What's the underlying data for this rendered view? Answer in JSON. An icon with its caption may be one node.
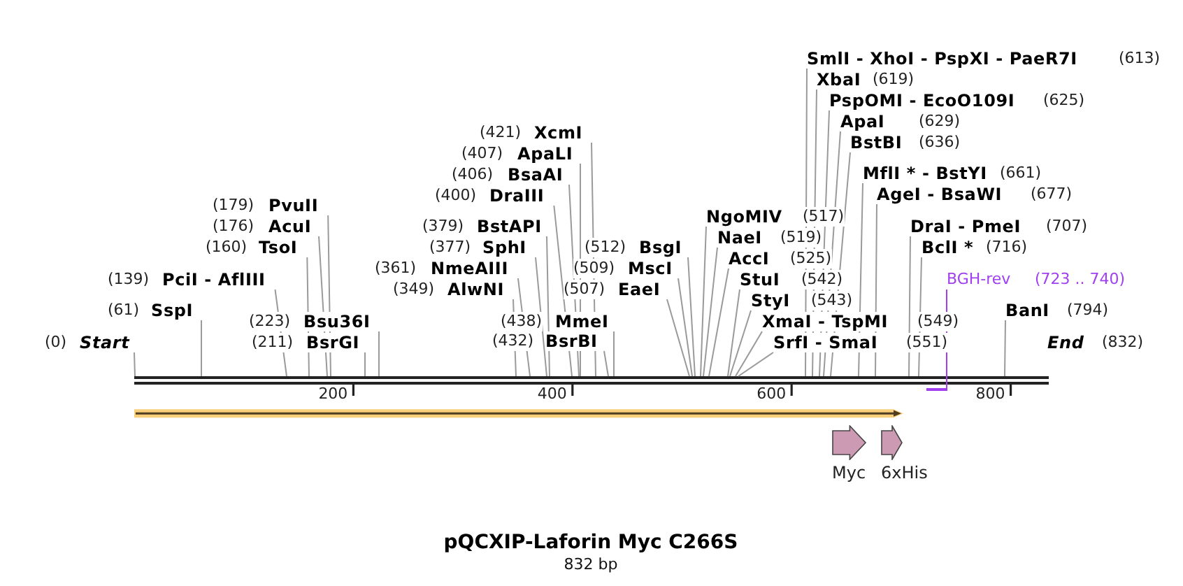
{
  "diagram": {
    "title": "pQCXIP-Laforin Myc C266S",
    "caption": "832 bp",
    "nodes": [
      {
        "text": [
          "(0)",
          "Start"
        ]
      },
      {
        "text": [
          "(61)",
          "SspI"
        ]
      },
      {
        "text": [
          "(139)",
          "PciI - AflIII"
        ]
      },
      {
        "text": [
          "(160)",
          "TsoI"
        ]
      },
      {
        "text": [
          "(176)",
          "AcuI"
        ]
      },
      {
        "text": [
          "(179)",
          "PvuII"
        ]
      },
      {
        "text": [
          "(211)",
          "BsrGI"
        ]
      },
      {
        "text": [
          "(223)",
          "Bsu36I"
        ]
      },
      {
        "text": [
          "(349)",
          "AlwNI"
        ]
      },
      {
        "text": [
          "(361)",
          "NmeAIII"
        ]
      },
      {
        "text": [
          "(377)",
          "SphI"
        ]
      },
      {
        "text": [
          "(379)",
          "BstAPI"
        ]
      },
      {
        "text": [
          "(400)",
          "DraIII"
        ]
      },
      {
        "text": [
          "(406)",
          "BsaAI"
        ]
      },
      {
        "text": [
          "(407)",
          "ApaLI"
        ]
      },
      {
        "text": [
          "(421)",
          "XcmI"
        ]
      },
      {
        "text": [
          "(432)",
          "BsrBI"
        ]
      },
      {
        "text": [
          "(438)",
          "MmeI"
        ]
      },
      {
        "text": [
          "(507)",
          "EaeI"
        ]
      },
      {
        "text": [
          "(509)",
          "MscI"
        ]
      },
      {
        "text": [
          "(512)",
          "BsgI"
        ]
      },
      {
        "text": [
          "NgoMIV",
          "(517)"
        ]
      },
      {
        "text": [
          "NaeI",
          "(519)"
        ]
      },
      {
        "text": [
          "AccI",
          "(525)"
        ]
      },
      {
        "text": [
          "StuI",
          "(542)"
        ]
      },
      {
        "text": [
          "StyI",
          "(543)"
        ]
      },
      {
        "text": [
          "XmaI - TspMI",
          "(549)"
        ]
      },
      {
        "text": [
          "SrfI - SmaI",
          "(551)"
        ]
      },
      {
        "text": [
          "SmlI - XhoI - PspXI - PaeR7I",
          "(613)"
        ]
      },
      {
        "text": [
          "XbaI",
          "(619)"
        ]
      },
      {
        "text": [
          "PspOMI - EcoO109I",
          "(625)"
        ]
      },
      {
        "text": [
          "ApaI",
          "(629)"
        ]
      },
      {
        "text": [
          "BstBI",
          "(636)"
        ]
      },
      {
        "text": [
          "MflI * - BstYI",
          "(661)"
        ]
      },
      {
        "text": [
          "AgeI - BsaWI",
          "(677)"
        ]
      },
      {
        "text": [
          "DraI - PmeI",
          "(707)"
        ]
      },
      {
        "text": [
          "BclI *",
          "(716)"
        ]
      },
      {
        "text": [
          "BGH-rev",
          "(723 .. 740)"
        ]
      },
      {
        "text": [
          "BanI",
          "(794)"
        ]
      },
      {
        "text": [
          "End",
          "(832)"
        ]
      },
      {
        "text": [],
        "shape": "line"
      },
      {
        "text": [],
        "shape": "bar"
      },
      {
        "text": [],
        "shape": "arrow"
      },
      {
        "text": [
          "Myc"
        ]
      },
      {
        "text": [
          "6xHis"
        ]
      }
    ],
    "edges": [
      {
        "from": 0,
        "to": 40,
        "arrow": "none"
      },
      {
        "from": 1,
        "to": 40,
        "arrow": "none"
      },
      {
        "from": 2,
        "to": 40,
        "arrow": "none"
      },
      {
        "from": 3,
        "to": 40,
        "arrow": "none"
      },
      {
        "from": 4,
        "to": 40,
        "arrow": "none"
      },
      {
        "from": 5,
        "to": 40,
        "arrow": "none"
      },
      {
        "from": 6,
        "to": 40,
        "arrow": "none"
      },
      {
        "from": 7,
        "to": 40,
        "arrow": "none"
      },
      {
        "from": 8,
        "to": 40,
        "arrow": "none"
      },
      {
        "from": 9,
        "to": 40,
        "arrow": "none"
      },
      {
        "from": 10,
        "to": 40,
        "arrow": "none"
      },
      {
        "from": 11,
        "to": 40,
        "arrow": "none"
      },
      {
        "from": 12,
        "to": 40,
        "arrow": "none"
      },
      {
        "from": 13,
        "to": 40,
        "arrow": "none"
      },
      {
        "from": 14,
        "to": 40,
        "arrow": "none"
      },
      {
        "from": 15,
        "to": 40,
        "arrow": "none"
      },
      {
        "from": 16,
        "to": 40,
        "arrow": "none"
      },
      {
        "from": 17,
        "to": 40,
        "arrow": "none"
      },
      {
        "from": 18,
        "to": 40,
        "arrow": "none"
      },
      {
        "from": 19,
        "to": 40,
        "arrow": "none"
      },
      {
        "from": 20,
        "to": 40,
        "arrow": "none"
      },
      {
        "from": 21,
        "to": 40,
        "arrow": "none"
      },
      {
        "from": 22,
        "to": 40,
        "arrow": "none"
      },
      {
        "from": 23,
        "to": 40,
        "arrow": "none"
      },
      {
        "from": 24,
        "to": 40,
        "arrow": "none"
      },
      {
        "from": 25,
        "to": 40,
        "arrow": "none"
      },
      {
        "from": 26,
        "to": 40,
        "arrow": "none"
      },
      {
        "from": 27,
        "to": 40,
        "arrow": "none"
      },
      {
        "from": 28,
        "to": 40,
        "arrow": "none"
      },
      {
        "from": 29,
        "to": 40,
        "arrow": "none"
      },
      {
        "from": 30,
        "to": 40,
        "arrow": "none"
      },
      {
        "from": 31,
        "to": 40,
        "arrow": "none"
      },
      {
        "from": 32,
        "to": 40,
        "arrow": "none"
      },
      {
        "from": 33,
        "to": 40,
        "arrow": "none"
      },
      {
        "from": 34,
        "to": 40,
        "arrow": "none"
      },
      {
        "from": 35,
        "to": 40,
        "arrow": "none"
      },
      {
        "from": 36,
        "to": 40,
        "arrow": "none"
      },
      {
        "from": 37,
        "to": 41,
        "arrow": "none",
        "color": "#a040f0"
      },
      {
        "from": 38,
        "to": 40,
        "arrow": "none"
      }
    ],
    "labels": [
      "200",
      "400",
      "600",
      "800"
    ]
  }
}
